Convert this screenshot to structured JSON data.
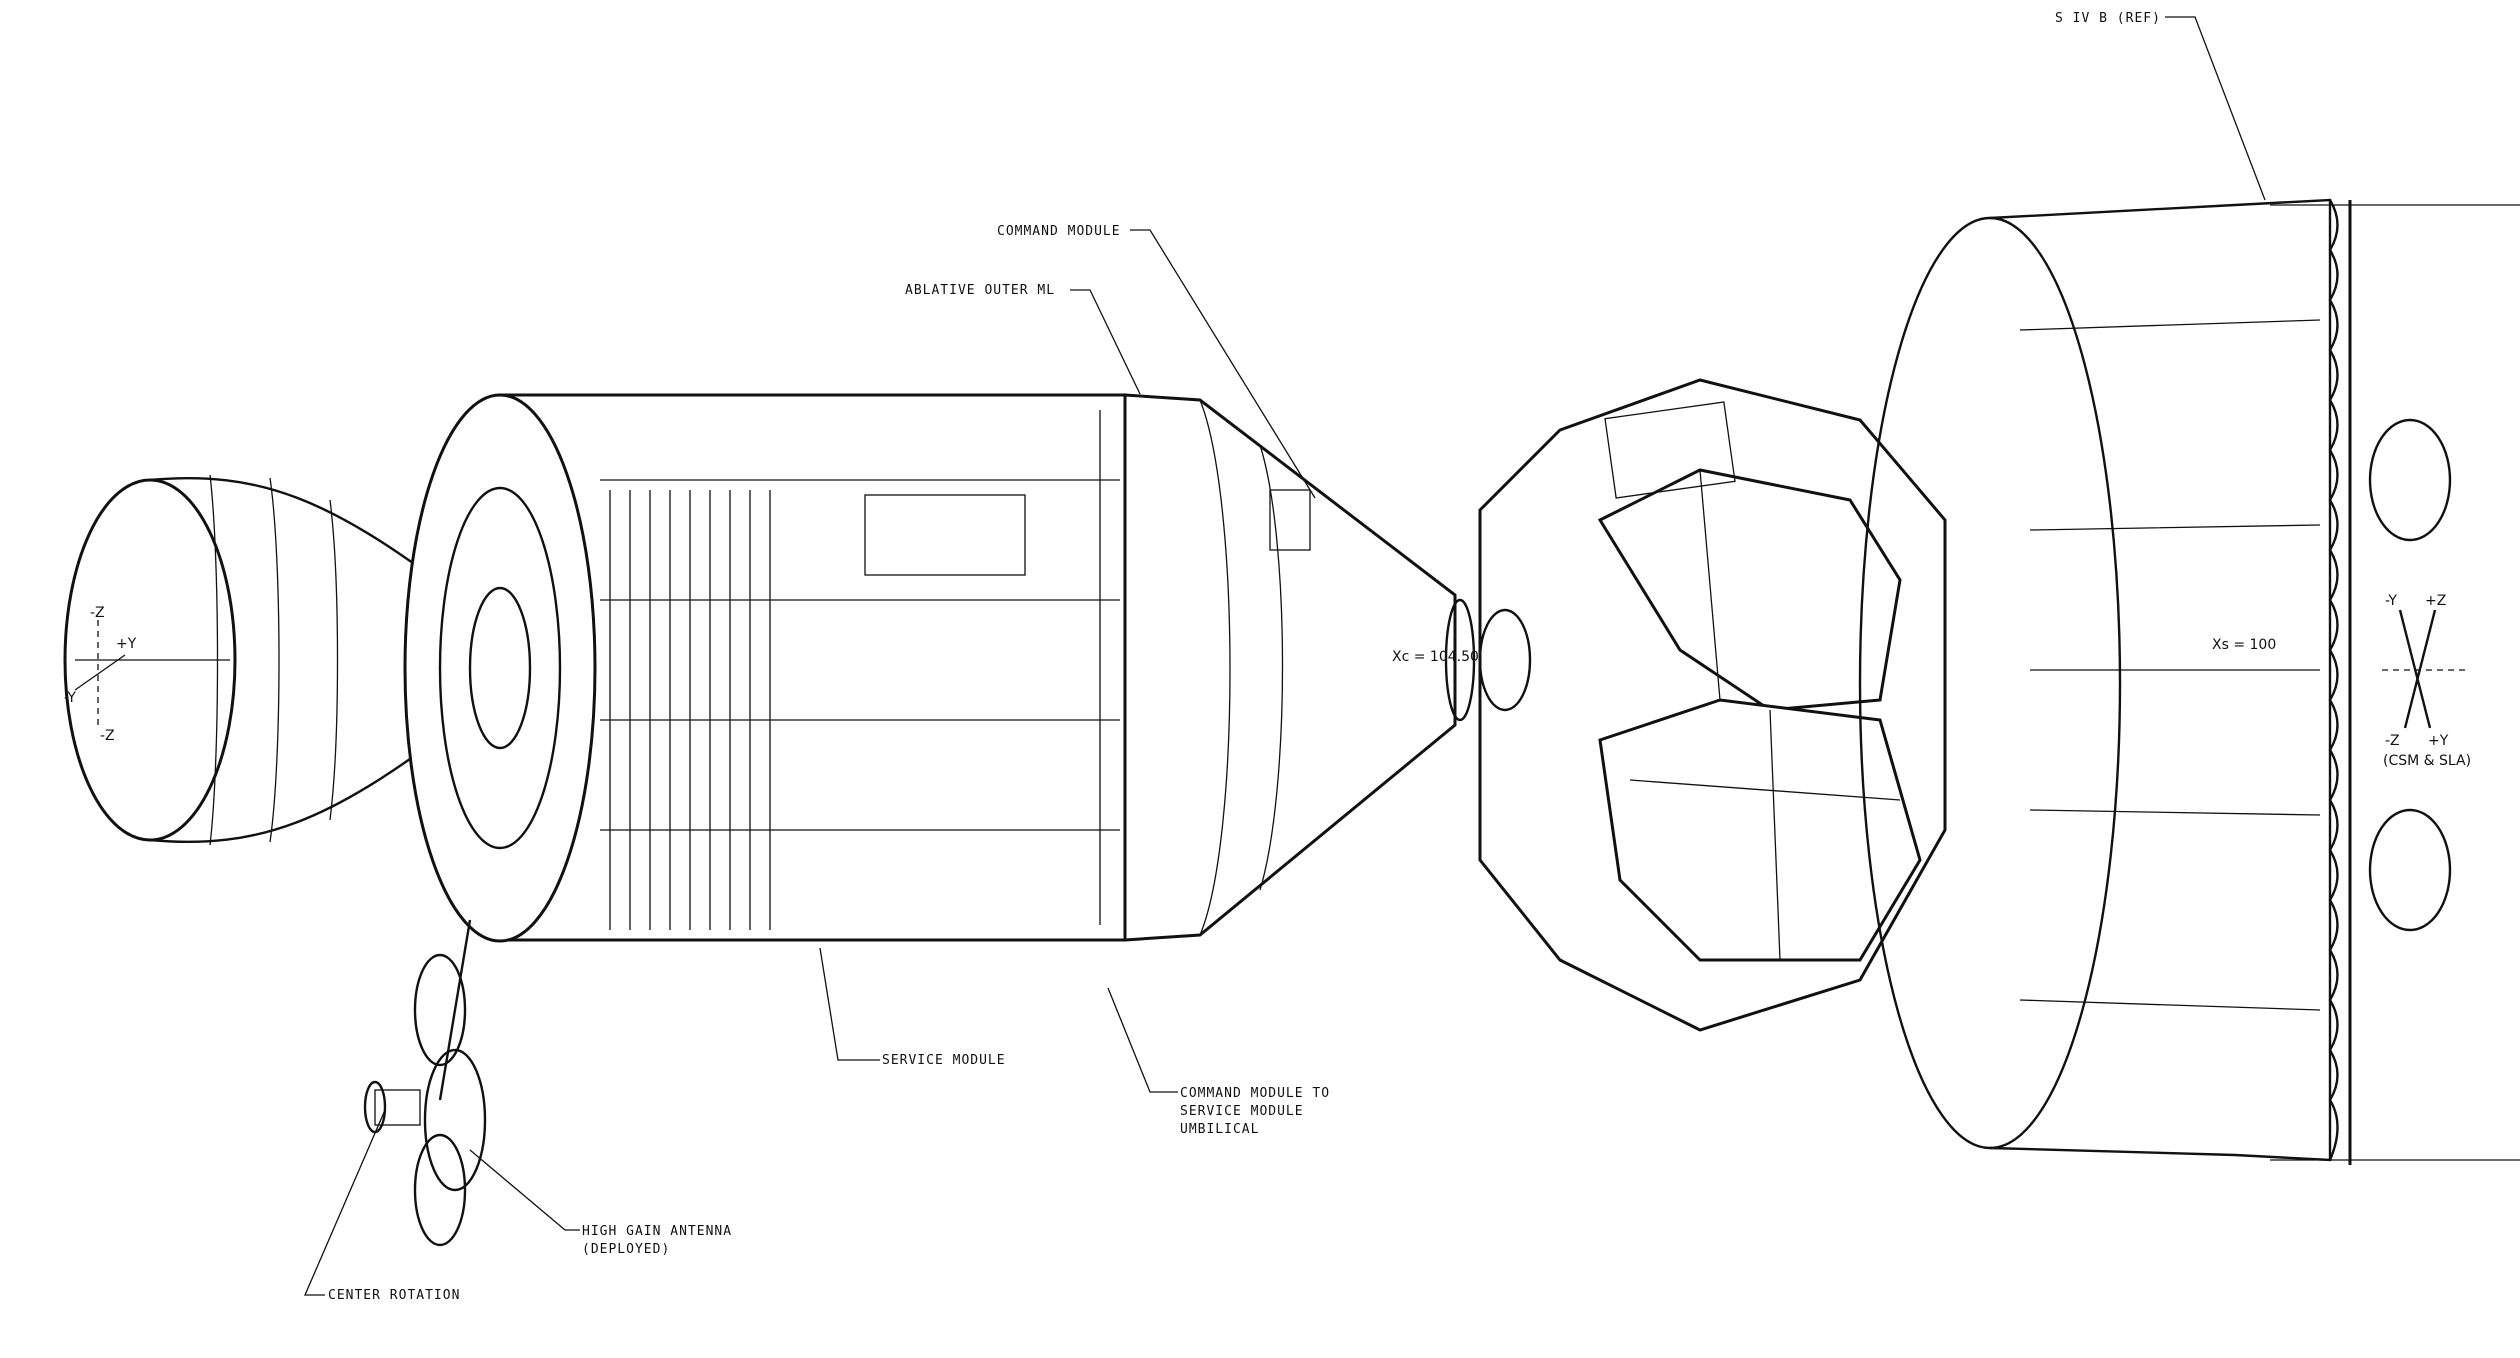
{
  "labels": {
    "s4b": "S IV B (REF)",
    "command_module": "COMMAND MODULE",
    "ablative": "ABLATIVE OUTER ML",
    "service_module": "SERVICE MODULE",
    "umbilical_1": "COMMAND MODULE TO",
    "umbilical_2": "SERVICE MODULE",
    "umbilical_3": "UMBILICAL",
    "hga_1": "HIGH GAIN ANTENNA",
    "hga_2": "(DEPLOYED)",
    "center_rotation": "CENTER ROTATION",
    "xc": "Xc = 104.50",
    "xs": "Xs = 100"
  },
  "axes_right": {
    "neg_y": "-Y",
    "pos_z": "+Z",
    "neg_z": "-Z",
    "pos_y": "+Y",
    "caption": "(CSM & SLA)"
  },
  "axes_left": {
    "neg_z_top": "-Z",
    "pos_y": "+Y",
    "neg_y": "-Y",
    "neg_z_bottom": "-Z"
  }
}
